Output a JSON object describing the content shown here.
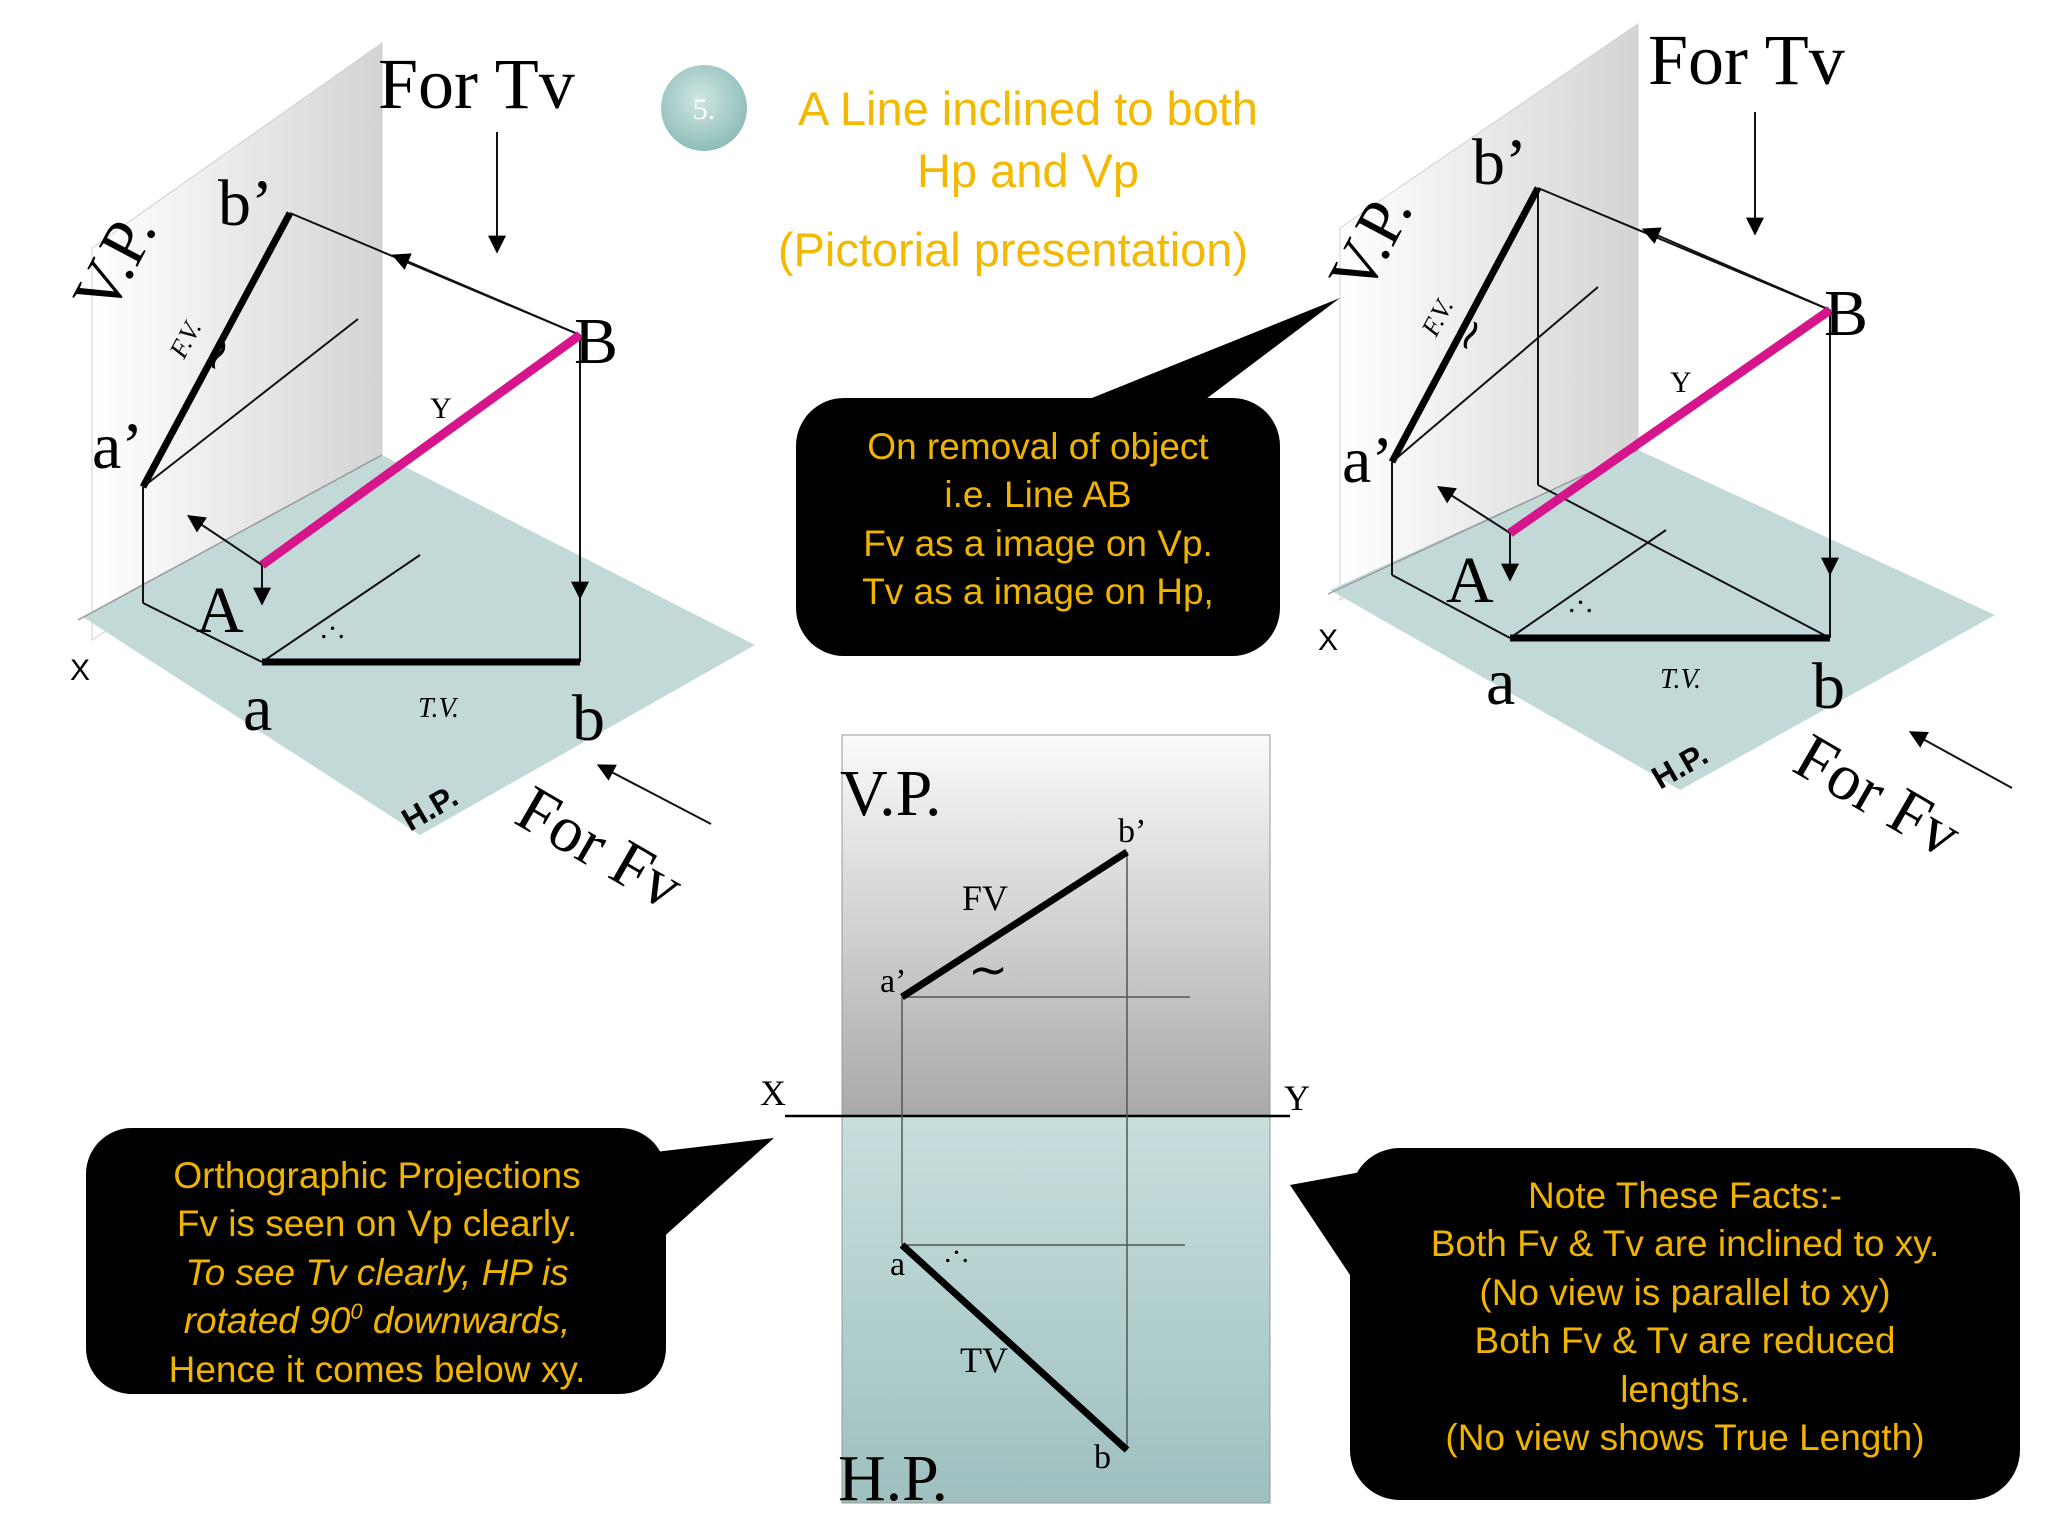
{
  "slide": {
    "number": "5.",
    "title_lines": [
      "A Line inclined to both",
      "Hp and Vp",
      "(Pictorial presentation)"
    ],
    "colors": {
      "title": "#f2b900",
      "line_ab": "#d6148c",
      "hp_plane": "#c3d9d8",
      "bubble_bg": "#000000",
      "bubble_text": "#f0b400",
      "badge": "#a9cfcc"
    }
  },
  "pictorial": {
    "for_tv": "For Tv",
    "for_fv": "For Fv",
    "vp": "V.P.",
    "hp": "H.P.",
    "fv_tag": "F.V.",
    "tv_tag": "T.V.",
    "x": "X",
    "y": "Y",
    "a_prime": "a’",
    "b_prime": "b’",
    "point_a": "A",
    "point_b": "B",
    "a": "a",
    "b": "b",
    "alpha": "∼",
    "beta": ".·."
  },
  "bubble_top": {
    "lines": [
      "On removal of object",
      "i.e. Line AB",
      "Fv as a image on Vp.",
      "Tv as a image on Hp,"
    ]
  },
  "bubble_left": {
    "lines": [
      "Orthographic Projections",
      "Fv is seen on Vp clearly.",
      "To see Tv clearly, HP is",
      "rotated 90",
      "0",
      " downwards,",
      "Hence it comes below xy."
    ]
  },
  "bubble_right": {
    "lines": [
      "Note These Facts:-",
      "Both Fv & Tv are inclined to xy.",
      "(No view is parallel to xy)",
      "Both Fv & Tv are reduced",
      "lengths.",
      "(No view shows True Length)"
    ]
  },
  "ortho": {
    "vp": "V.P.",
    "hp": "H.P.",
    "x": "X",
    "y": "Y",
    "fv": "FV",
    "tv": "TV",
    "a_prime": "a’",
    "b_prime": "b’",
    "a": "a",
    "b": "b",
    "alpha": "∼",
    "beta": ".·."
  }
}
